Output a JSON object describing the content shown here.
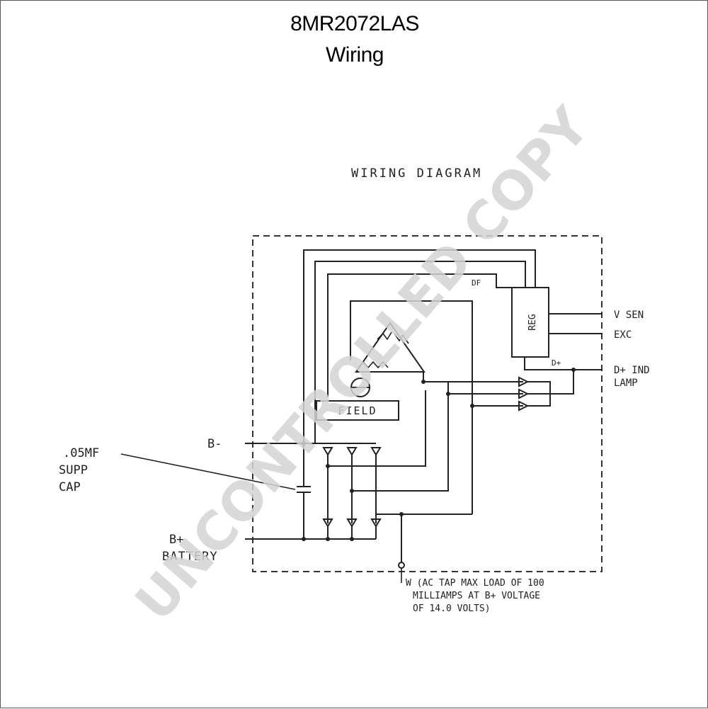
{
  "header": {
    "title": "8MR2072LAS",
    "subtitle": "Wiring"
  },
  "diagram": {
    "heading": "WIRING DIAGRAM",
    "components": {
      "regulator": "REG",
      "field": "FIELD"
    },
    "terminals": {
      "b_minus": "B-",
      "b_plus": "B+",
      "battery": "BATTERY",
      "v_sen": "V SEN",
      "exc": "EXC",
      "d_plus_ind_lamp_1": "D+ IND",
      "d_plus_ind_lamp_2": "LAMP",
      "d_plus_reg": "D+",
      "df": "DF",
      "w_tap": "W"
    },
    "capacitor": {
      "line1": ".05MF",
      "line2": "SUPP",
      "line3": "CAP"
    },
    "w_note": {
      "line1": "W (AC TAP MAX LOAD OF 100",
      "line2": "MILLIAMPS AT B+ VOLTAGE",
      "line3": "OF 14.0 VOLTS)"
    }
  },
  "watermark": "UNCONTROLLED COPY"
}
